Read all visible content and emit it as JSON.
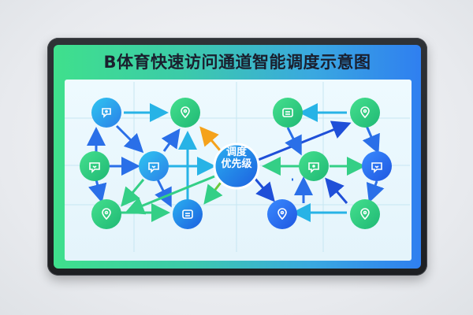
{
  "title": "B体育快速访问通道智能调度示意图",
  "center_node": {
    "line1": "调度",
    "line2": "优先级"
  },
  "icons": {
    "left": [
      "chat-pin-icon",
      "pin-icon",
      "chat-icon",
      "chat-icon",
      "pin-icon",
      "message-icon"
    ],
    "right": [
      "message-icon",
      "pin-icon",
      "chat-icon",
      "pin-icon",
      "chat-icon",
      "pin-icon",
      "pin-icon"
    ]
  },
  "colors": {
    "green": "#2fd686",
    "blue": "#2f6bf0",
    "teal": "#26b6e8",
    "orange": "#f5a21b",
    "arrow_blue": "#2a5ce8",
    "arrow_green": "#3ad17e"
  }
}
